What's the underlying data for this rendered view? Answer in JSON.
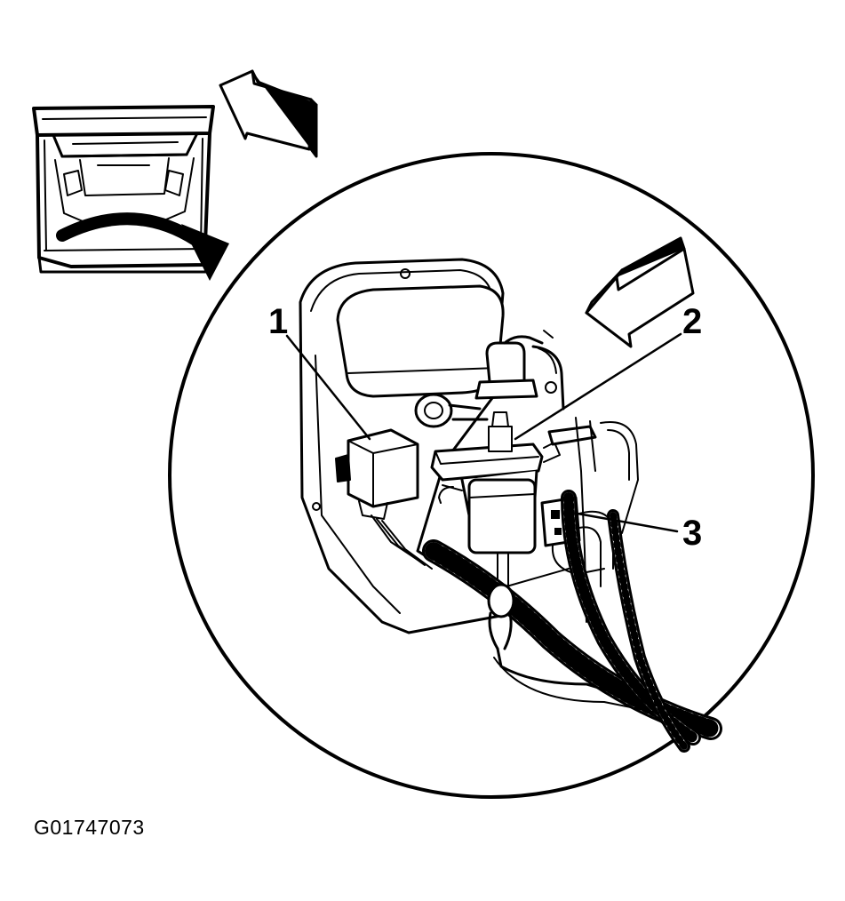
{
  "callouts": [
    {
      "id": "1",
      "label": "1"
    },
    {
      "id": "2",
      "label": "2"
    },
    {
      "id": "3",
      "label": "3"
    }
  ],
  "figure_id": "G01747073",
  "colors": {
    "ink": "#000000",
    "paper": "#ffffff"
  }
}
